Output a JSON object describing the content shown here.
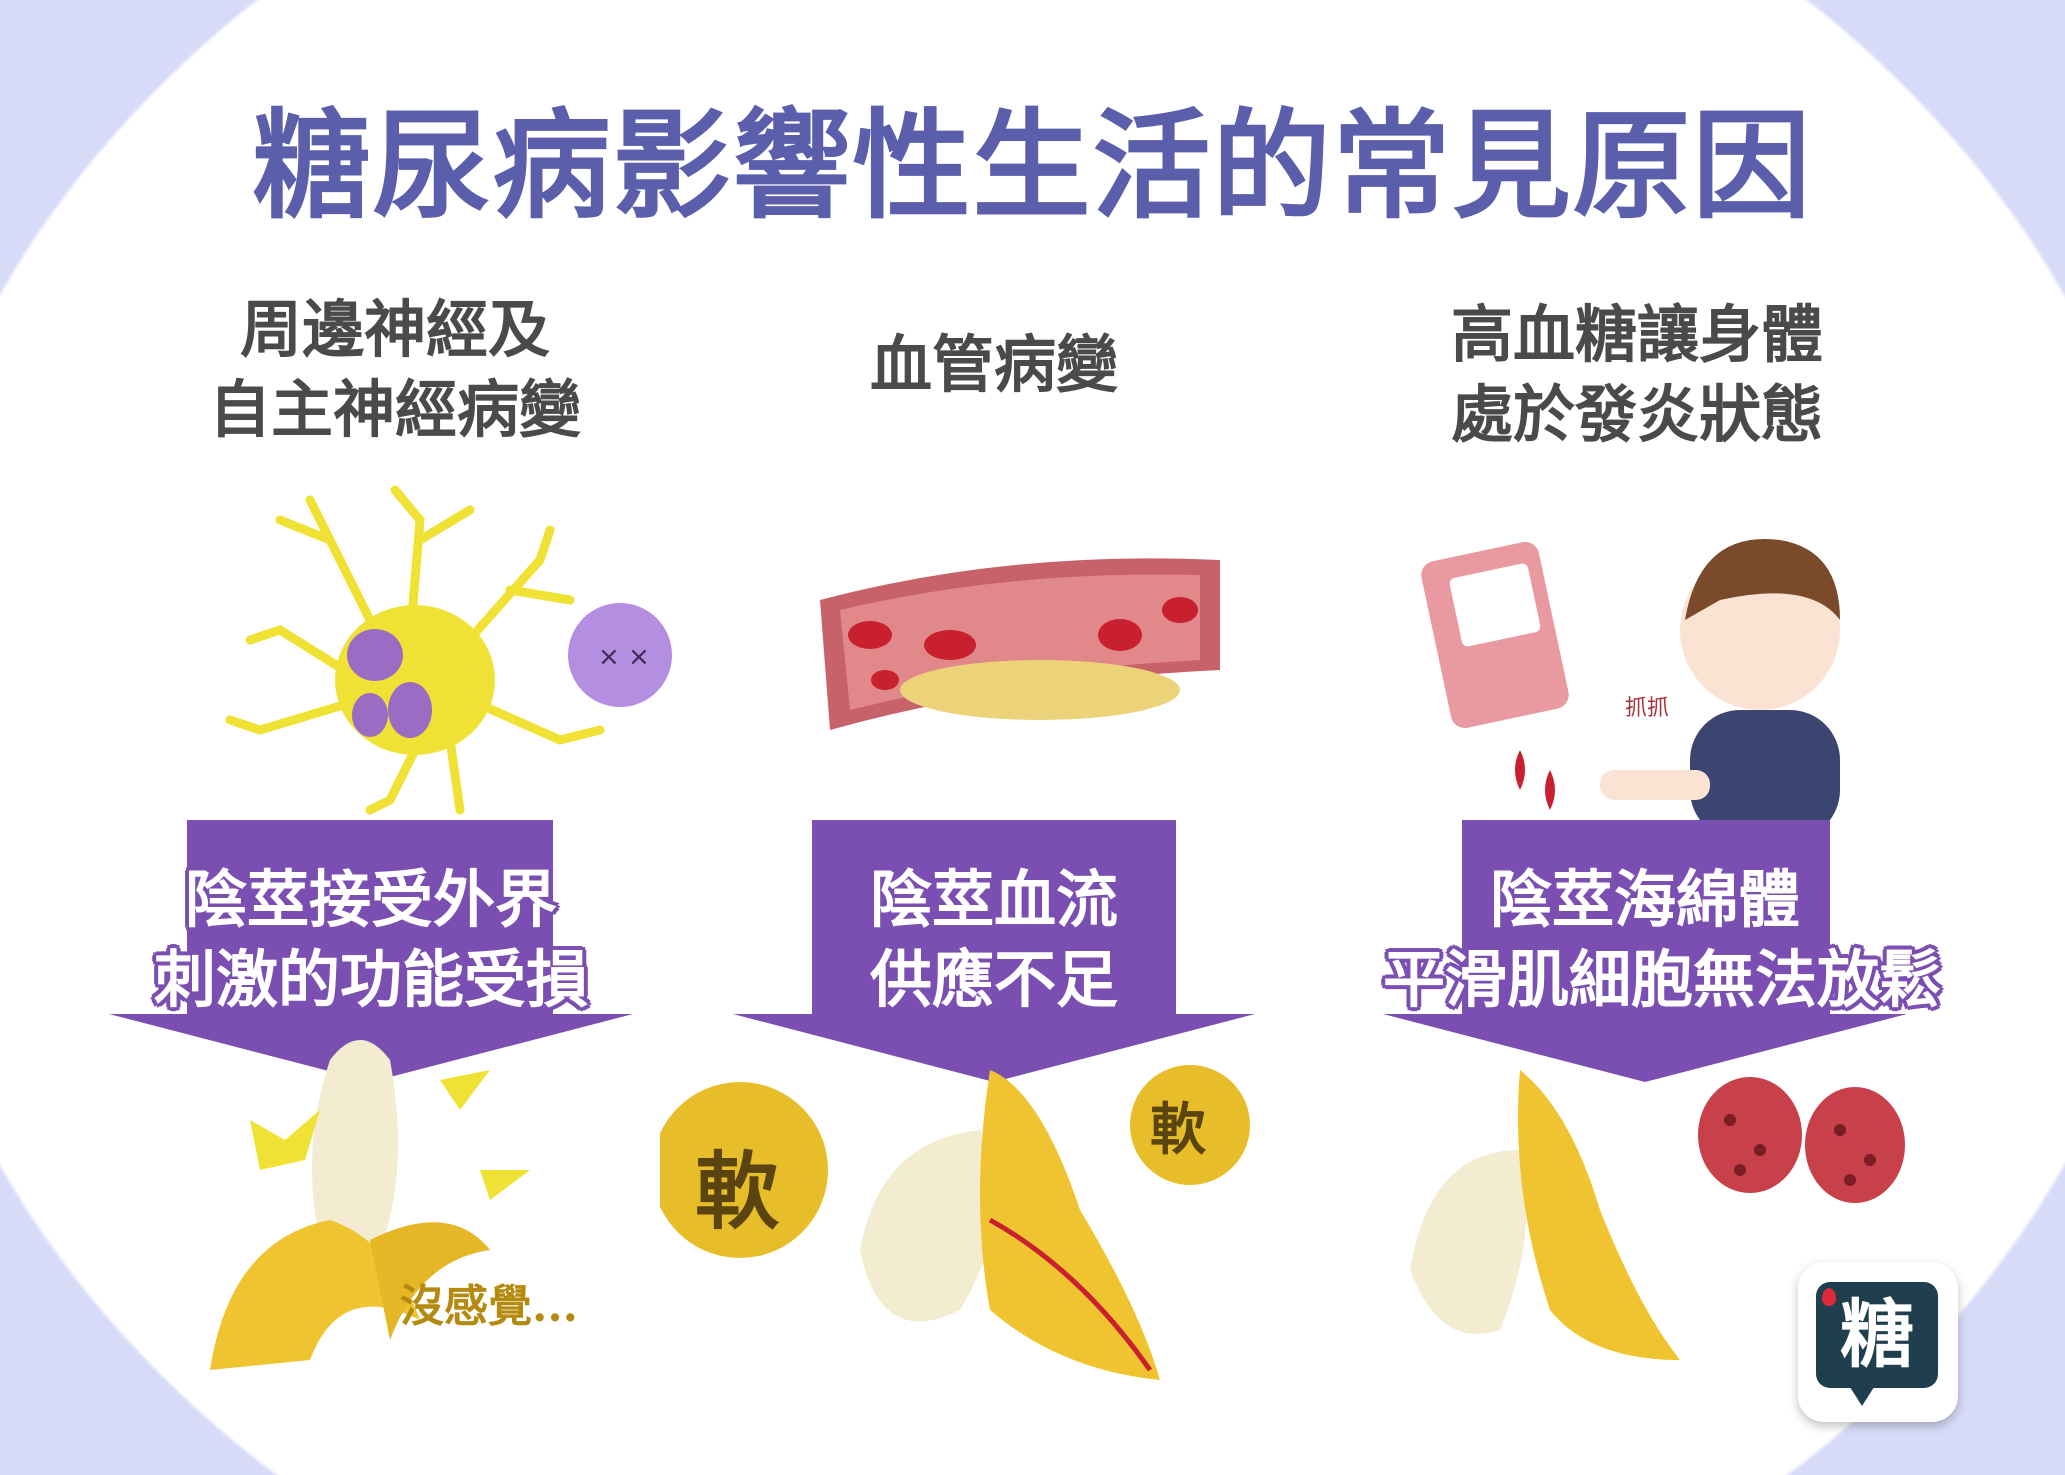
{
  "title": "糖尿病影響性生活的常見原因",
  "columns": [
    {
      "heading": [
        "周邊神經及",
        "自主神經病變"
      ],
      "effect": [
        "陰莖接受外界",
        "刺激的功能受損"
      ],
      "illustration_text": "沒感覺..."
    },
    {
      "heading": [
        "血管病變"
      ],
      "effect": [
        "陰莖血流",
        "供應不足"
      ],
      "illustration_text": [
        "軟",
        "軟"
      ]
    },
    {
      "heading": [
        "高血糖讓身體",
        "處於發炎狀態"
      ],
      "effect": [
        "陰莖海綿體",
        "平滑肌細胞無法放鬆"
      ],
      "illustration_text": "抓抓"
    }
  ],
  "logo": {
    "text": "糖"
  },
  "colors": {
    "title": "#5b5fab",
    "arrow": "#7b4fb2",
    "background": "#d7dbf8",
    "heading": "#4a4a4a"
  }
}
